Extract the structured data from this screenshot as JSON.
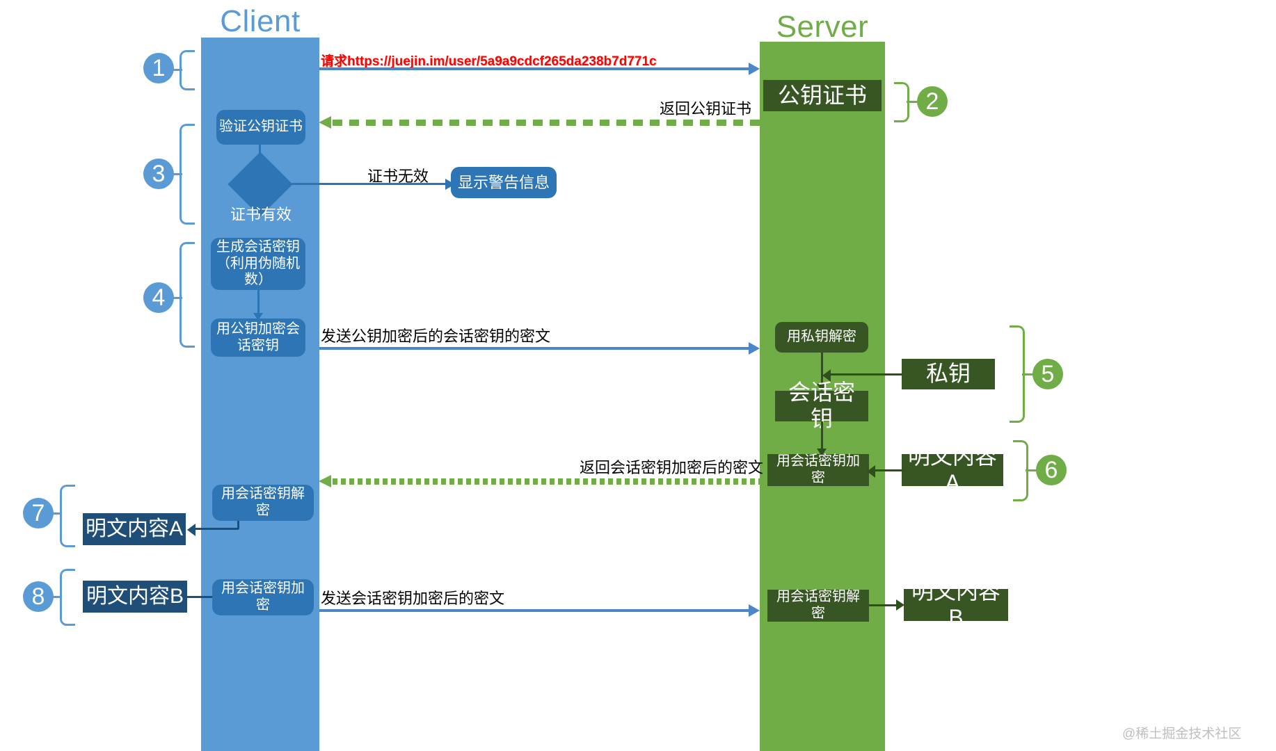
{
  "diagram": {
    "title_client": "Client",
    "title_server": "Server",
    "watermark": "@稀土掘金技术社区"
  },
  "steps": [
    {
      "n": "1",
      "color": "#5B9BD5"
    },
    {
      "n": "2",
      "color": "#70AD47"
    },
    {
      "n": "3",
      "color": "#5B9BD5"
    },
    {
      "n": "4",
      "color": "#5B9BD5"
    },
    {
      "n": "5",
      "color": "#70AD47"
    },
    {
      "n": "6",
      "color": "#70AD47"
    },
    {
      "n": "7",
      "color": "#5B9BD5"
    },
    {
      "n": "8",
      "color": "#5B9BD5"
    }
  ],
  "client_nodes": {
    "verify_cert": "验证公钥证书",
    "cert_valid": "证书有效",
    "gen_session_key": "生成会话密钥（利用伪随机数）",
    "encrypt_with_pubkey": "用公钥加密会话密钥",
    "decrypt_with_session_key": "用会话密钥解密",
    "plaintext_a": "明文内容A",
    "plaintext_b": "明文内容B",
    "encrypt_with_session_key": "用会话密钥加密",
    "show_warning": "显示警告信息"
  },
  "server_nodes": {
    "public_key_cert": "公钥证书",
    "decrypt_with_privkey": "用私钥解密",
    "private_key": "私钥",
    "session_key": "会话密钥",
    "encrypt_with_session_key": "用会话密钥加密",
    "plaintext_a": "明文内容A",
    "decrypt_with_session_key": "用会话密钥解密",
    "plaintext_b": "明文内容B"
  },
  "arrow_labels": {
    "request_url": "请求https://juejin.im/user/5a9a9cdcf265da238b7d771c",
    "return_cert": "返回公钥证书",
    "cert_invalid": "证书无效",
    "send_encrypted_session_key": "发送公钥加密后的会话密钥的密文",
    "return_session_encrypted": "返回会话密钥加密后的密文",
    "send_session_encrypted": "发送会话密钥加密后的密文"
  }
}
